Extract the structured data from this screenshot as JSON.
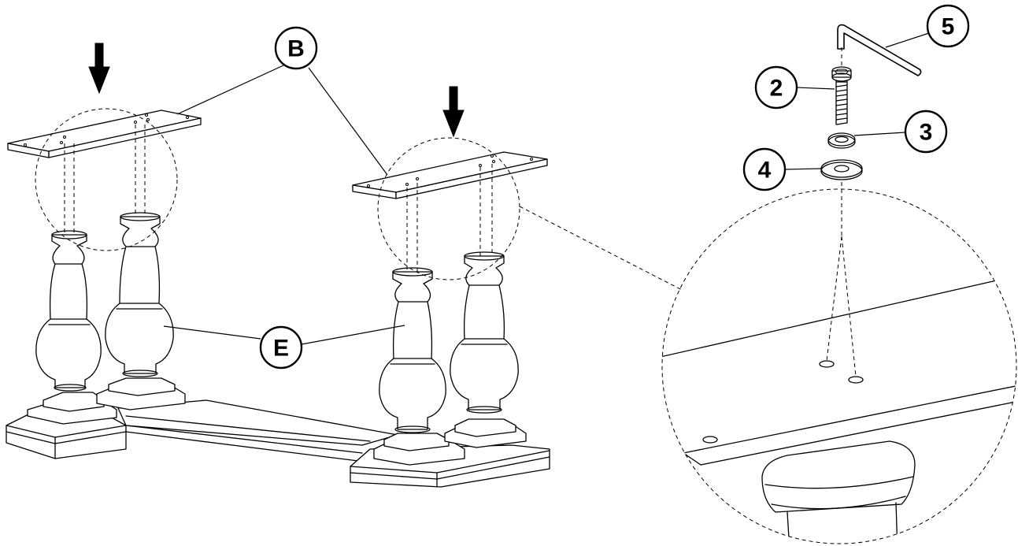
{
  "callouts": {
    "B": "B",
    "E": "E",
    "part2": "2",
    "part3": "3",
    "part4": "4",
    "part5": "5"
  },
  "colors": {
    "ink": "#000000",
    "paper": "#ffffff"
  },
  "icons": [
    "down-arrow-icon",
    "hex-key-icon",
    "bolt-icon",
    "lock-washer-icon",
    "flat-washer-icon"
  ]
}
